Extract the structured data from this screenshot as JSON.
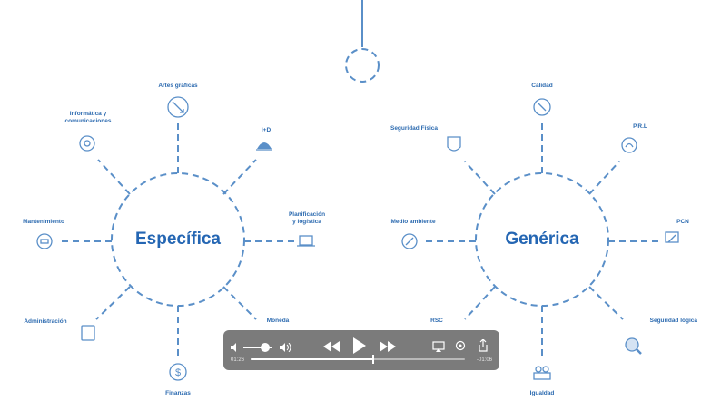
{
  "diagram": {
    "left_hub": "Específica",
    "right_hub": "Genérica",
    "left_nodes": [
      {
        "id": "artes",
        "label": "Artes gráficas",
        "icon": "brush-icon"
      },
      {
        "id": "informatica",
        "label": "Informática y\ncomunicaciones",
        "icon": "gear-icon"
      },
      {
        "id": "id",
        "label": "I+D",
        "icon": "flask-icon"
      },
      {
        "id": "mantenimiento",
        "label": "Mantenimiento",
        "icon": "wrench-icon"
      },
      {
        "id": "planificacion",
        "label": "Planificación\ny logística",
        "icon": "truck-icon"
      },
      {
        "id": "administracion",
        "label": "Administración",
        "icon": "folder-icon"
      },
      {
        "id": "moneda",
        "label": "Moneda",
        "icon": "coin-icon"
      },
      {
        "id": "finanzas",
        "label": "Finanzas",
        "icon": "dollar-icon"
      }
    ],
    "right_nodes": [
      {
        "id": "calidad",
        "label": "Calidad",
        "icon": "quality-icon"
      },
      {
        "id": "seguridad_fisica",
        "label": "Seguridad Física",
        "icon": "shield-icon"
      },
      {
        "id": "prl",
        "label": "P.R.L",
        "icon": "helmet-icon"
      },
      {
        "id": "medio_ambiente",
        "label": "Medio ambiente",
        "icon": "leaf-icon"
      },
      {
        "id": "pcn",
        "label": "PCN",
        "icon": "network-icon"
      },
      {
        "id": "rsc",
        "label": "RSC",
        "icon": "hands-icon"
      },
      {
        "id": "seguridad_logica",
        "label": "Seguridad lógica",
        "icon": "magnifier-icon"
      },
      {
        "id": "igualdad",
        "label": "Igualdad",
        "icon": "people-icon"
      }
    ]
  },
  "player": {
    "elapsed": "01:26",
    "remaining": "-01:06",
    "progress": 0.57,
    "volume": 0.75,
    "icons": {
      "volume_low": "volume-low-icon",
      "volume_high": "volume-high-icon",
      "rewind": "rewind-icon",
      "play": "play-icon",
      "forward": "fast-forward-icon",
      "airplay": "airplay-icon",
      "settings": "settings-icon",
      "share": "share-icon"
    }
  }
}
